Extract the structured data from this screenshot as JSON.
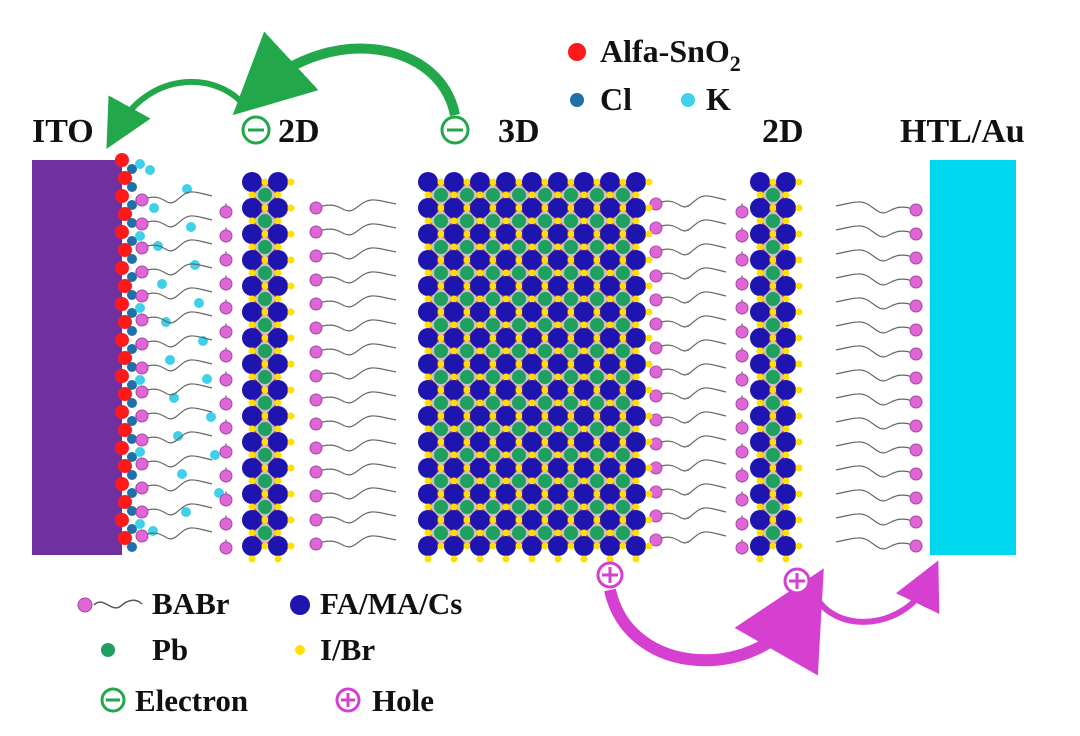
{
  "labels": {
    "ito": "ITO",
    "layer_2d_left": "2D",
    "layer_3d": "3D",
    "layer_2d_right": "2D",
    "htl": "HTL/Au"
  },
  "legend_top": {
    "alfa": "Alfa-SnO",
    "alfa_sub": "2",
    "cl": "Cl",
    "k": "K"
  },
  "legend_bottom": {
    "babr": "BABr",
    "fa": "FA/MA/Cs",
    "pb": "Pb",
    "ibr": "I/Br",
    "electron": "Electron",
    "hole": "Hole"
  },
  "colors": {
    "ito": "#7030a0",
    "htl": "#00d8f0",
    "alfa": "#ff1a1a",
    "cl": "#1f6fa8",
    "k": "#3fd0ea",
    "fa": "#1e14b0",
    "pb": "#1fa060",
    "ibr": "#ffe000",
    "octahedron_edge": "#e03030",
    "octahedron_fill": "#c4c4c4",
    "babr_head": "#e066d8",
    "electron": "#22a84a",
    "hole": "#d640d0"
  },
  "icons": {
    "electron": "minus-circle-icon",
    "hole": "plus-circle-icon"
  }
}
